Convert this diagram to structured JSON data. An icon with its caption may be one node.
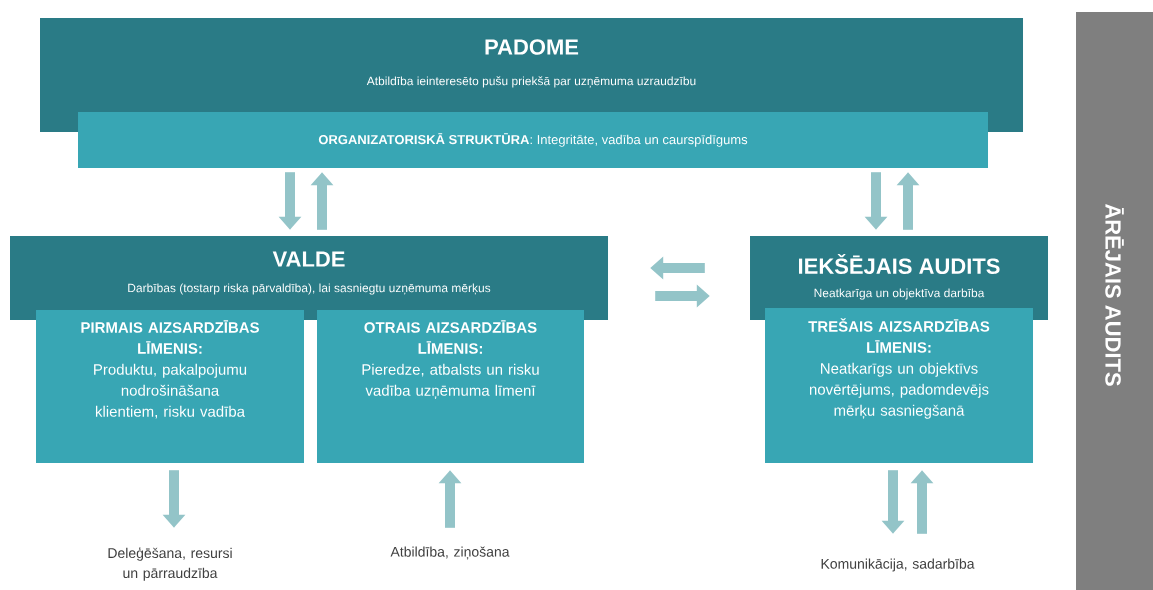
{
  "diagram": {
    "nodes": [
      {
        "text": [
          "PADOME",
          "Atbildība ieinteresēto pušu priekšā par uzņēmuma uzraudzību"
        ]
      },
      {
        "text": [
          "**ORGANIZATORISKĀ STRUKTŪRA**: Integritāte, vadība un caurspīdīgums"
        ]
      },
      {
        "text": [
          "VALDE",
          "Darbības (tostarp riska pārvaldība), lai sasniegtu uzņēmuma mērķus"
        ]
      },
      {
        "text": [
          "PIRMAIS AIZSARDZĪBAS LĪMENIS:",
          "Produktu, pakalpojumu nodrošināšana klientiem, risku vadība"
        ]
      },
      {
        "text": [
          "OTRAIS AIZSARDZĪBAS LĪMENIS:",
          "Pieredze, atbalsts un risku vadība uzņēmuma līmenī"
        ]
      },
      {
        "text": [
          "IEKŠĒJAIS AUDITS",
          "Neatkarīga un objektīva darbība"
        ]
      },
      {
        "text": [
          "TREŠAIS AIZSARDZĪBAS LĪMENIS:",
          "Neatkarīgs un objektīvs novērtējums, padomdevējs mērķu sasniegšanā"
        ]
      },
      {
        "text": [
          "ĀRĒJAIS AUDITS"
        ]
      },
      {
        "text": [
          "Deleģēšana, resursi un pārraudzība"
        ]
      },
      {
        "text": [
          "Atbildība, ziņošana"
        ]
      },
      {
        "text": [
          "Komunikācija, sadarbība"
        ]
      }
    ],
    "edges": [
      {
        "from": 1,
        "to": 2,
        "arrow": "to"
      },
      {
        "from": 2,
        "to": 1,
        "arrow": "to"
      },
      {
        "from": 1,
        "to": 5,
        "arrow": "to"
      },
      {
        "from": 5,
        "to": 1,
        "arrow": "to"
      },
      {
        "from": 5,
        "to": 2,
        "arrow": "to"
      },
      {
        "from": 2,
        "to": 5,
        "arrow": "to"
      },
      {
        "from": 3,
        "to": 8,
        "arrow": "to"
      },
      {
        "from": 9,
        "to": 4,
        "arrow": "to"
      },
      {
        "from": 6,
        "to": 10,
        "arrow": "to"
      },
      {
        "from": 10,
        "to": 6,
        "arrow": "to"
      }
    ]
  }
}
